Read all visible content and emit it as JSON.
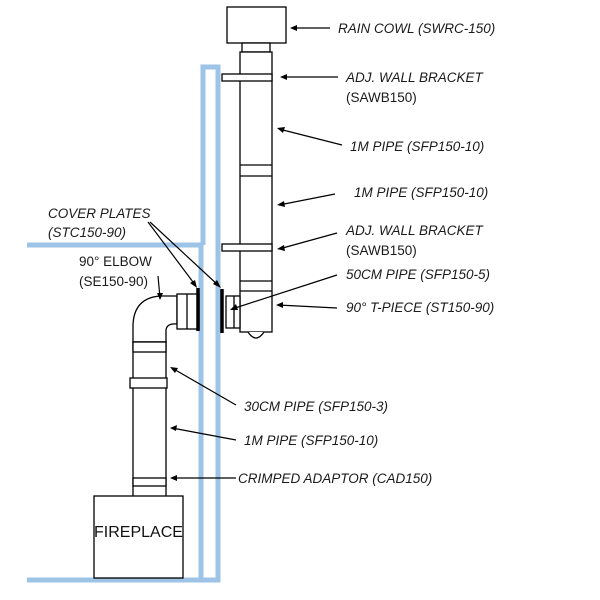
{
  "diagram": {
    "type": "flue-installation-schematic",
    "colors": {
      "wall": "#9dc3e6",
      "line": "#000000",
      "text": "#1a1a1a"
    },
    "fireplace_label": "FIREPLACE",
    "labels": {
      "rain_cowl": "RAIN COWL (SWRC-150)",
      "wall_bracket_top_1": "ADJ. WALL BRACKET",
      "wall_bracket_top_2": "(SAWB150)",
      "pipe_1m_a": "1M PIPE (SFP150-10)",
      "pipe_1m_b": "1M PIPE (SFP150-10)",
      "wall_bracket_mid_1": "ADJ. WALL BRACKET",
      "wall_bracket_mid_2": "(SAWB150)",
      "pipe_50cm": "50CM PIPE (SFP150-5)",
      "t_piece": "90° T-PIECE (ST150-90)",
      "cover_plates_1": "COVER PLATES",
      "cover_plates_2": "(STC150-90)",
      "elbow_1": "90°  ELBOW",
      "elbow_2": "(SE150-90)",
      "pipe_30cm": "30CM PIPE (SFP150-3)",
      "pipe_1m_c": "1M PIPE (SFP150-10)",
      "crimped_adaptor": "CRIMPED ADAPTOR (CAD150)"
    }
  }
}
